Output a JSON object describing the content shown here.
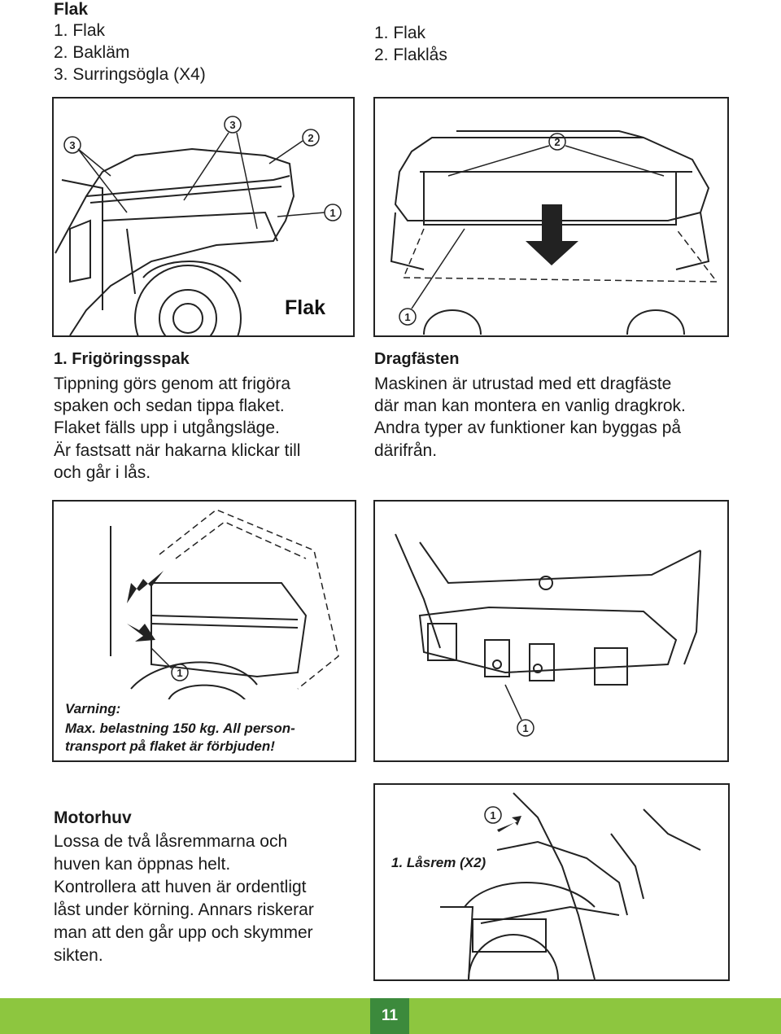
{
  "top_left": {
    "title": "Flak",
    "items": [
      "1.  Flak",
      "2.  Bakläm",
      "3.  Surringsögla (X4)"
    ]
  },
  "top_right": {
    "items": [
      "1.  Flak",
      "2.  Flaklås"
    ]
  },
  "figure1": {
    "label": "Flak",
    "callouts": [
      "3",
      "3",
      "2",
      "1"
    ]
  },
  "figure2": {
    "callouts": [
      "2",
      "1"
    ]
  },
  "release": {
    "title": "1.  Frigöringsspak",
    "lines": [
      "Tippning görs genom att frigöra",
      "spaken och sedan tippa flaket.",
      "Flaket fälls upp i utgångsläge.",
      "Är fastsatt när hakarna klickar till",
      "och går i lås."
    ]
  },
  "hitch": {
    "title": "Dragfästen",
    "lines": [
      "Maskinen är utrustad med ett dragfäste",
      "där man kan montera en vanlig dragkrok.",
      "Andra typer av funktioner kan byggas på",
      "därifrån."
    ]
  },
  "figure3": {
    "callouts": [
      "1"
    ],
    "warning_title": "Varning:",
    "warning_lines": [
      "Max. belastning 150 kg. All person-",
      "transport på flaket är förbjuden!"
    ]
  },
  "figure4": {
    "callouts": [
      "1"
    ]
  },
  "hood": {
    "title": "Motorhuv",
    "lines": [
      "Lossa de två låsremmarna och",
      "huven kan öppnas helt.",
      "Kontrollera att huven är ordentligt",
      "låst under körning. Annars riskerar",
      "man att den går upp och skymmer",
      "sikten."
    ]
  },
  "figure5": {
    "callouts": [
      "1"
    ],
    "caption": "1. Låsrem (X2)"
  },
  "footer": {
    "page_number": "11",
    "color_bar": "#8dc63f",
    "color_box": "#3c8a3c"
  }
}
